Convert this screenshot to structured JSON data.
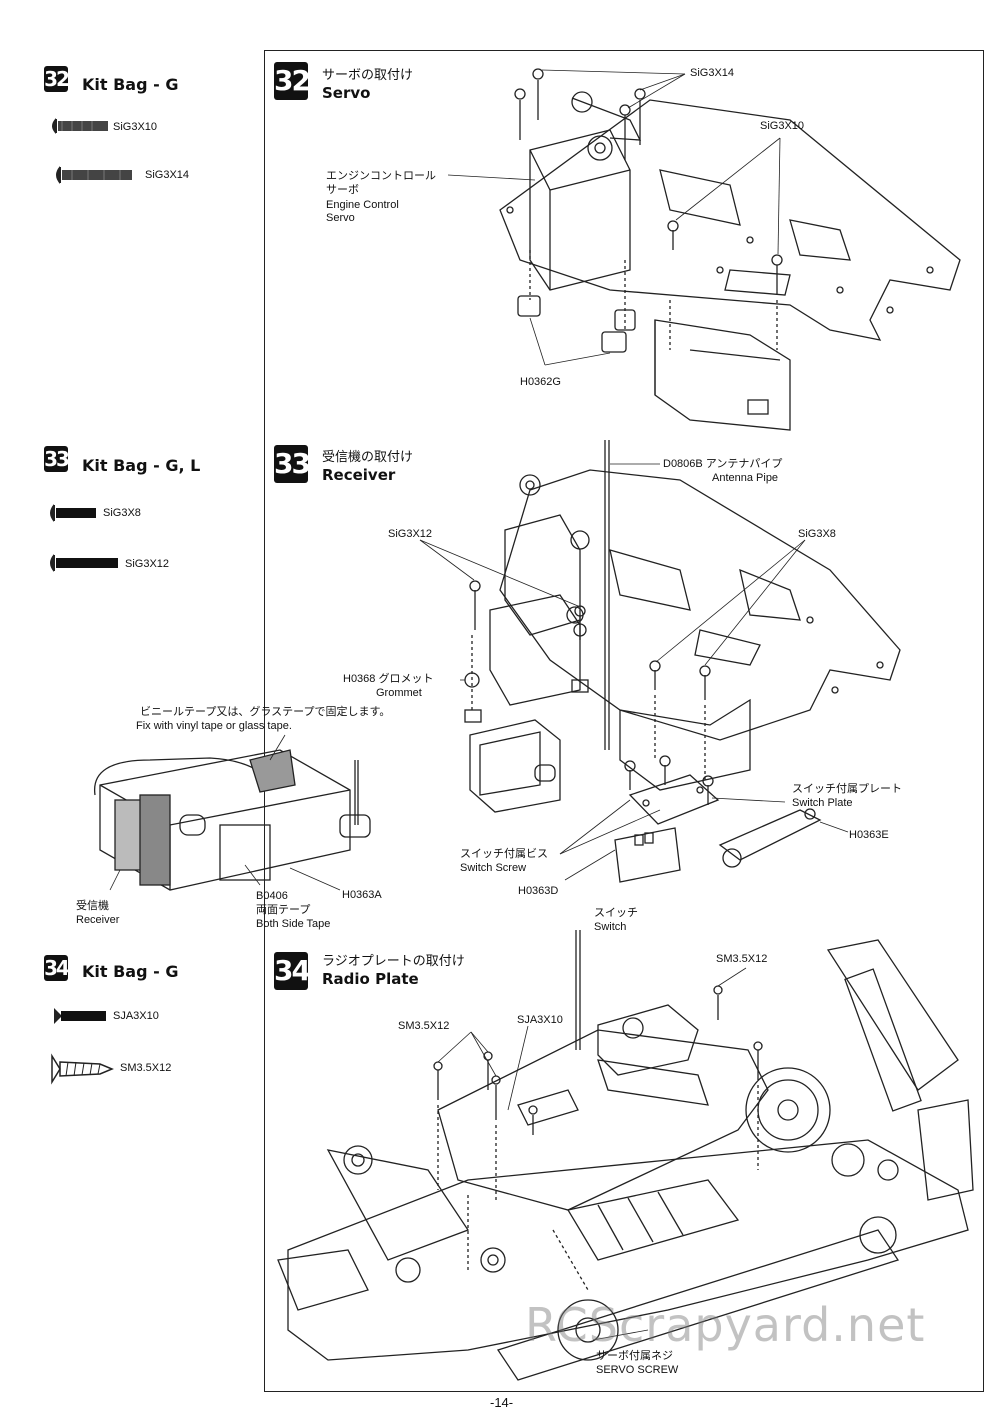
{
  "steps": [
    {
      "number": "32",
      "kit_bag": "Kit Bag - G",
      "title_jp": "サーボの取付け",
      "title_en": "Servo",
      "parts": [
        {
          "name": "SiG3X10"
        },
        {
          "name": "SiG3X14"
        }
      ]
    },
    {
      "number": "33",
      "kit_bag": "Kit Bag - G, L",
      "title_jp": "受信機の取付け",
      "title_en": "Receiver",
      "parts": [
        {
          "name": "SiG3X8"
        },
        {
          "name": "SiG3X12"
        }
      ]
    },
    {
      "number": "34",
      "kit_bag": "Kit Bag - G",
      "title_jp": "ラジオプレートの取付け",
      "title_en": "Radio Plate",
      "parts": [
        {
          "name": "SJA3X10"
        },
        {
          "name": "SM3.5X12"
        }
      ]
    }
  ],
  "callouts_32": {
    "sig3x14": "SiG3X14",
    "sig3x10": "SiG3X10",
    "servo_jp_1": "エンジンコントロール",
    "servo_jp_2": "サーボ",
    "servo_en_1": "Engine Control",
    "servo_en_2": "Servo",
    "h0362g": "H0362G"
  },
  "callouts_33": {
    "antenna": "D0806B アンテナパイプ",
    "antenna_en": "Antenna Pipe",
    "sig3x12": "SiG3X12",
    "sig3x8": "SiG3X8",
    "grommet_jp": "H0368 グロメット",
    "grommet_en": "Grommet",
    "tape_jp": "ビニールテープ又は、グラステープで固定します。",
    "tape_en": "Fix with vinyl tape or glass tape.",
    "switchplate_jp": "スイッチ付属プレート",
    "switchplate_en": "Switch Plate",
    "h0363e": "H0363E",
    "switchscrew_jp": "スイッチ付属ビス",
    "switchscrew_en": "Switch Screw",
    "h0363d": "H0363D",
    "switch_jp": "スイッチ",
    "switch_en": "Switch",
    "receiver_jp": "受信機",
    "receiver_en": "Receiver",
    "b0406": "B0406",
    "tape2_jp": "両面テープ",
    "tape2_en": "Both Side Tape",
    "h0363a": "H0363A"
  },
  "callouts_34": {
    "sm35_a": "SM3.5X12",
    "sm35_b": "SM3.5X12",
    "sja": "SJA3X10",
    "servoscrew_jp": "サーボ付属ネジ",
    "servoscrew_en": "SERVO SCREW"
  },
  "page_number": "-14-",
  "watermark": "RCScrapyard.net"
}
